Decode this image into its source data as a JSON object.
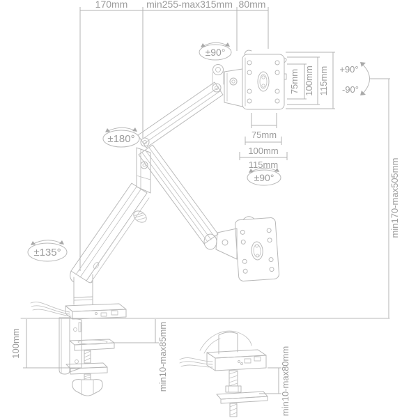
{
  "diagram": {
    "subject": "gas-spring monitor desk-mount arm dimension drawing",
    "colors": {
      "line": "#b9b9b9",
      "dimension": "#b3b3b3",
      "text": "#9b9b9b",
      "background": "#ffffff"
    }
  },
  "dims": {
    "top_widths": [
      "170mm",
      "min255-max315mm",
      "80mm"
    ],
    "vesa_vertical": [
      "75mm",
      "100mm",
      "115mm"
    ],
    "vesa_horizontal": [
      "75mm",
      "100mm",
      "115mm"
    ],
    "height_range": "min170-max505mm",
    "clamp_height": "100mm",
    "clamp_thickness_range": "min10-max85mm",
    "grommet_thickness_range": "min10-max80mm"
  },
  "rotations": {
    "top_vesa": "±90°",
    "bottom_vesa": "±90°",
    "elbow": "±180°",
    "base": "±135°",
    "tilt_up": "+90°",
    "tilt_down": "-90°"
  }
}
